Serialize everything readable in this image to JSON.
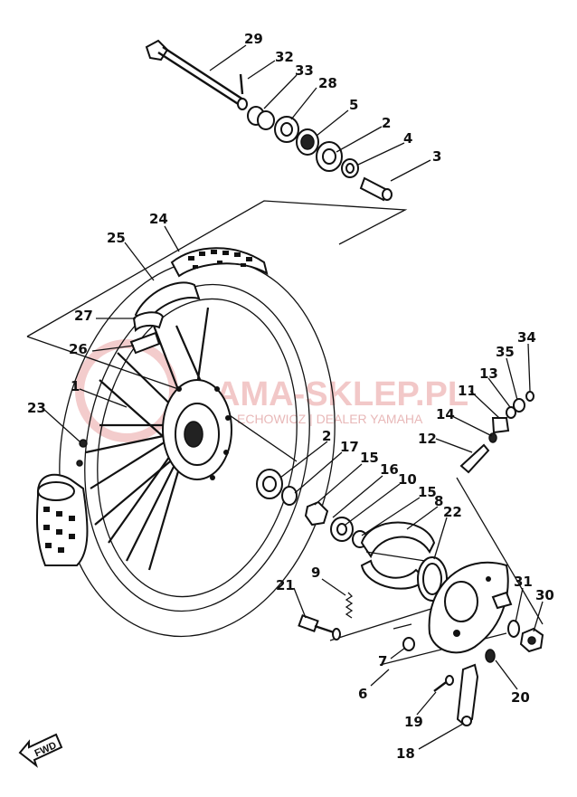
{
  "watermark": {
    "main": "AMA-SKLEP.PL",
    "sub": "ECHOWICZ | DEALER YAMAHA"
  },
  "forward_badge": "FWD",
  "callouts": [
    "29",
    "32",
    "33",
    "28",
    "5",
    "2",
    "4",
    "3",
    "24",
    "25",
    "27",
    "26",
    "1",
    "23",
    "2",
    "17",
    "15",
    "16",
    "10",
    "15",
    "8",
    "22",
    "9",
    "21",
    "7",
    "6",
    "19",
    "18",
    "20",
    "30",
    "31",
    "34",
    "35",
    "13",
    "11",
    "14",
    "12"
  ]
}
